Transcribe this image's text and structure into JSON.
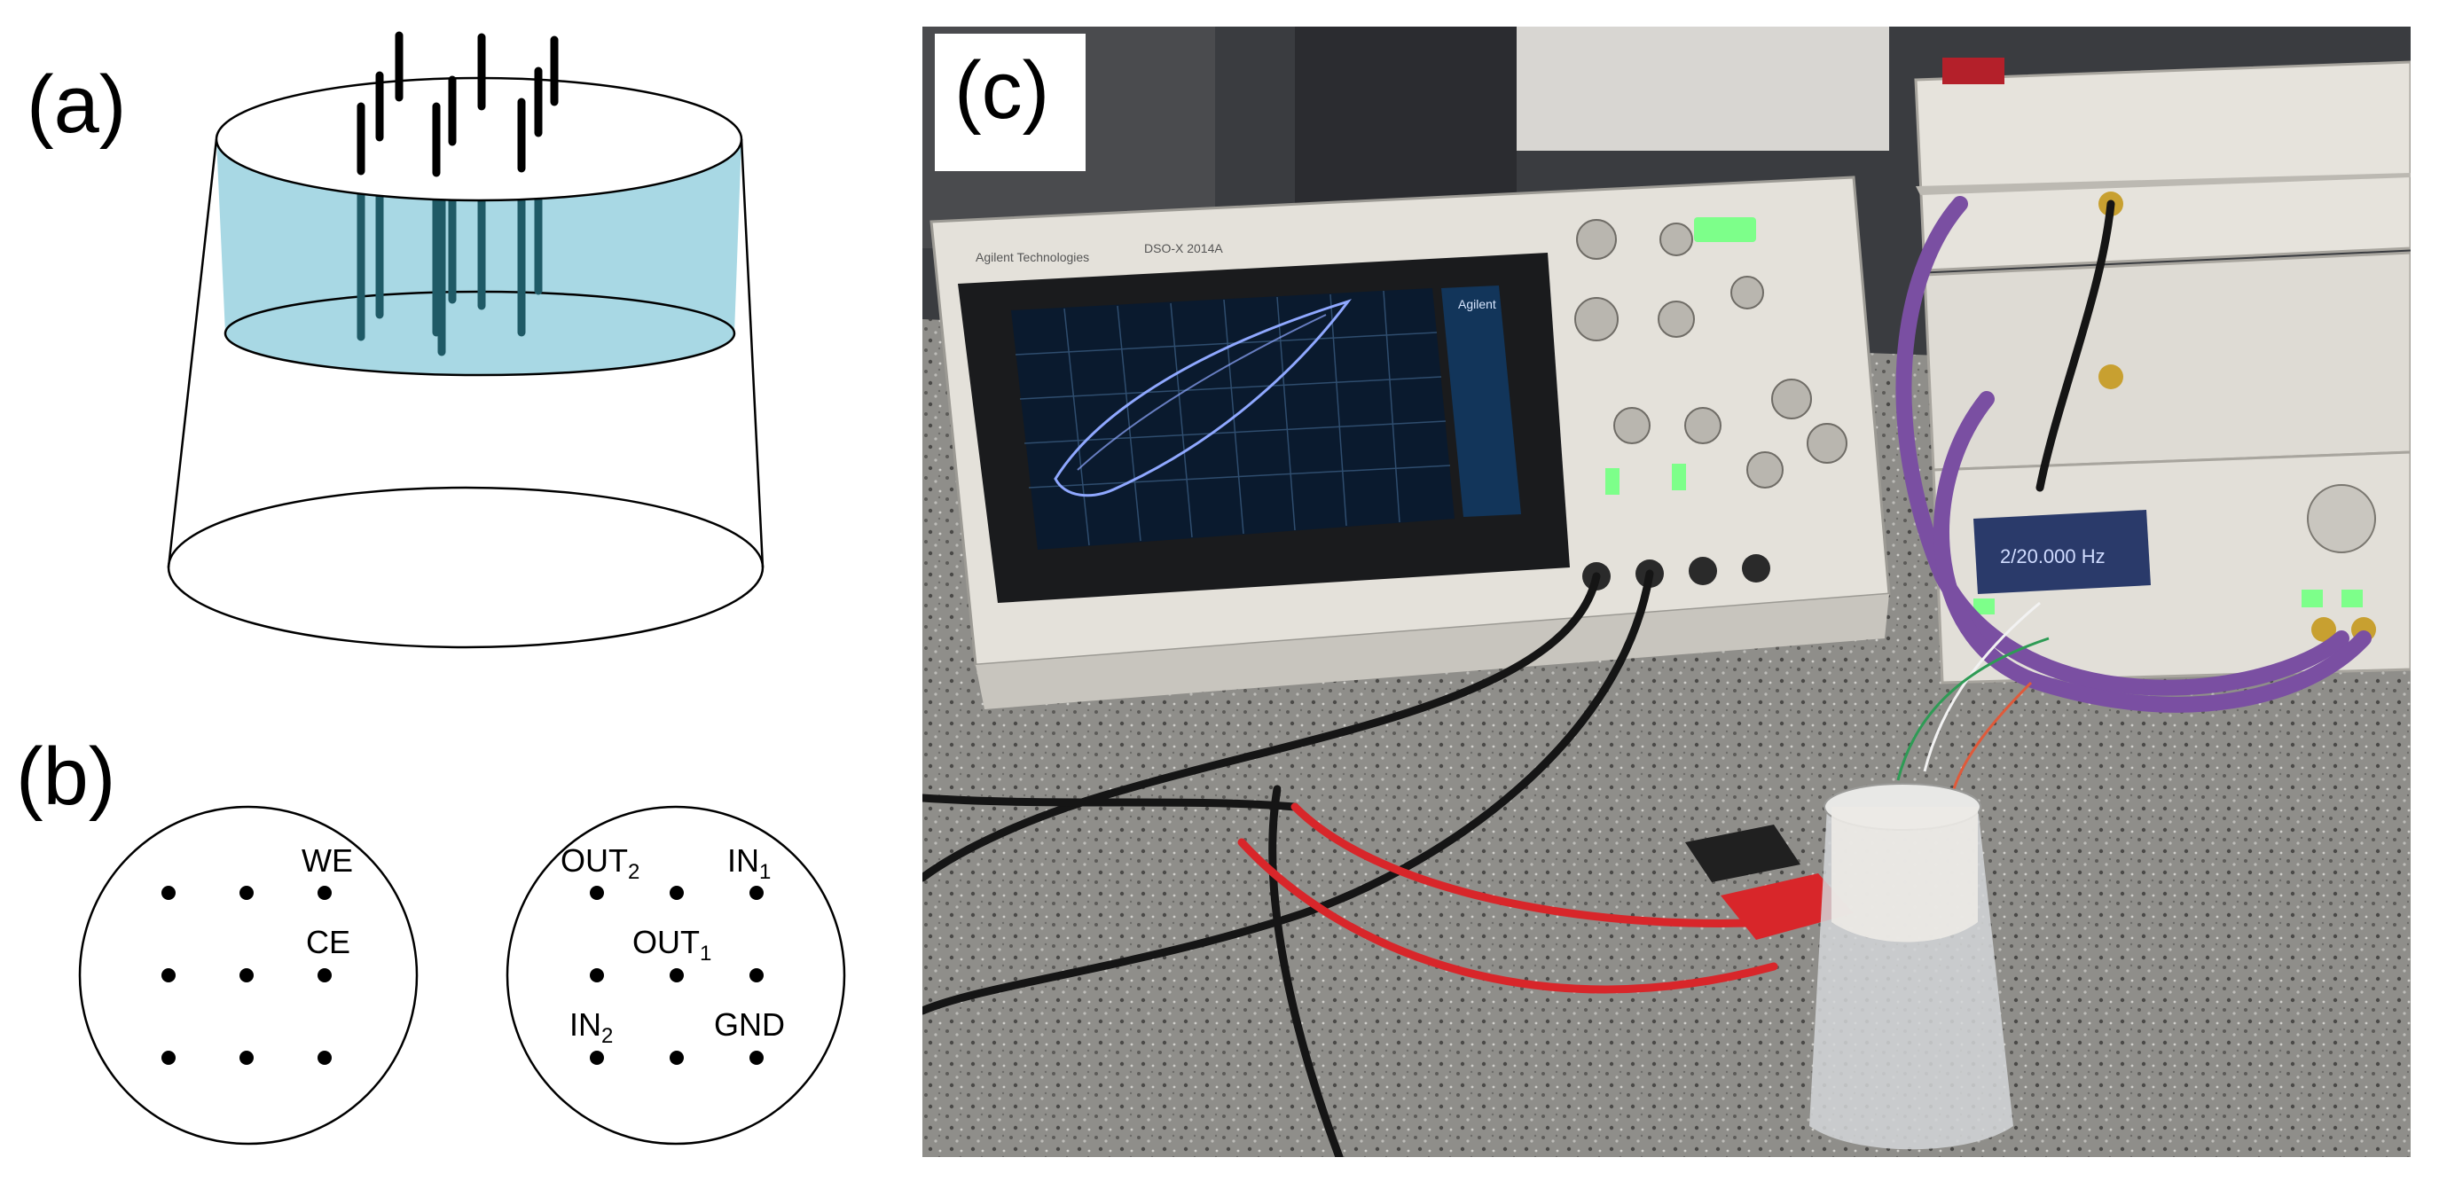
{
  "panels": {
    "a": {
      "label": "(a)"
    },
    "b": {
      "label": "(b)",
      "left_circle": {
        "labels": {
          "we": "WE",
          "ce": "CE"
        }
      },
      "right_circle": {
        "labels": {
          "out2": {
            "main": "OUT",
            "sub": "2"
          },
          "in1": {
            "main": "IN",
            "sub": "1"
          },
          "out1": {
            "main": "OUT",
            "sub": "1"
          },
          "in2": {
            "main": "IN",
            "sub": "2"
          },
          "gnd": "GND"
        }
      }
    },
    "c": {
      "label": "(c)"
    }
  },
  "colors": {
    "liquid_fill": "#a8d8e4",
    "electrode": "#1f5a66",
    "electrode_top": "#000000",
    "probe_red": "#d8262a",
    "cable_purple": "#7a4fa2",
    "lcd_green": "#7dff8a",
    "scope_screen": "#0a1a2e",
    "scope_trace": "#8fa8ff"
  },
  "scope_screen": {
    "brand": "Agilent Technologies",
    "model": "DSO-X 2014A",
    "side_title": "Agilent"
  },
  "function_generator": {
    "display": "2/20.000 Hz"
  }
}
